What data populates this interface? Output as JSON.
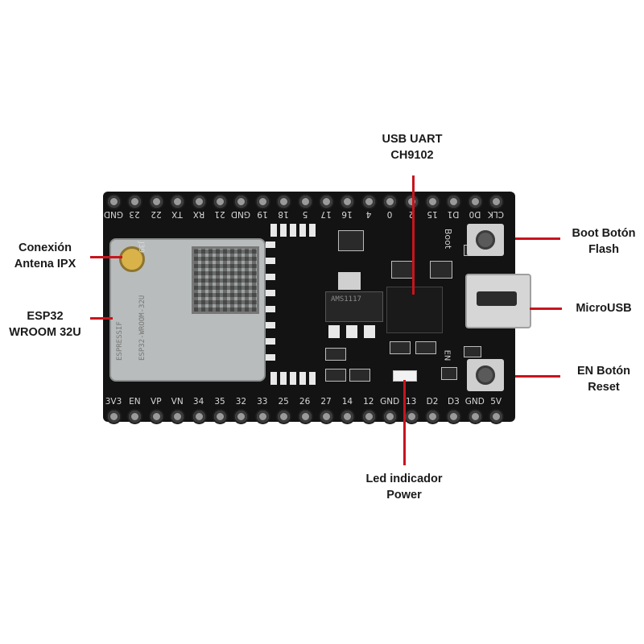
{
  "labels": {
    "usb_uart": {
      "line1": "USB UART",
      "line2": "CH9102"
    },
    "antenna": {
      "line1": "Conexión",
      "line2": "Antena IPX"
    },
    "esp32": {
      "line1": "ESP32",
      "line2": "WROOM 32U"
    },
    "boot": {
      "line1": "Boot Botón",
      "line2": "Flash"
    },
    "microusb": {
      "line1": "MicroUSB"
    },
    "en": {
      "line1": "EN Botón",
      "line2": "Reset"
    },
    "led": {
      "line1": "Led indicador",
      "line2": "Power"
    }
  },
  "board": {
    "top_pins": [
      "GND",
      "23",
      "22",
      "TX",
      "RX",
      "21",
      "GND",
      "19",
      "18",
      "5",
      "17",
      "16",
      "4",
      "0",
      "2",
      "15",
      "D1",
      "D0",
      "CLK"
    ],
    "bottom_pins": [
      "3V3",
      "EN",
      "VP",
      "VN",
      "34",
      "35",
      "32",
      "33",
      "25",
      "26",
      "27",
      "14",
      "12",
      "GND",
      "13",
      "D2",
      "D3",
      "GND",
      "5V"
    ],
    "boot_silk": "Boot",
    "en_silk": "EN",
    "j39_silk": "J39",
    "regulator_text": "AMS1117"
  },
  "colors": {
    "accent_line": "#c8141c",
    "board": "#131313"
  }
}
